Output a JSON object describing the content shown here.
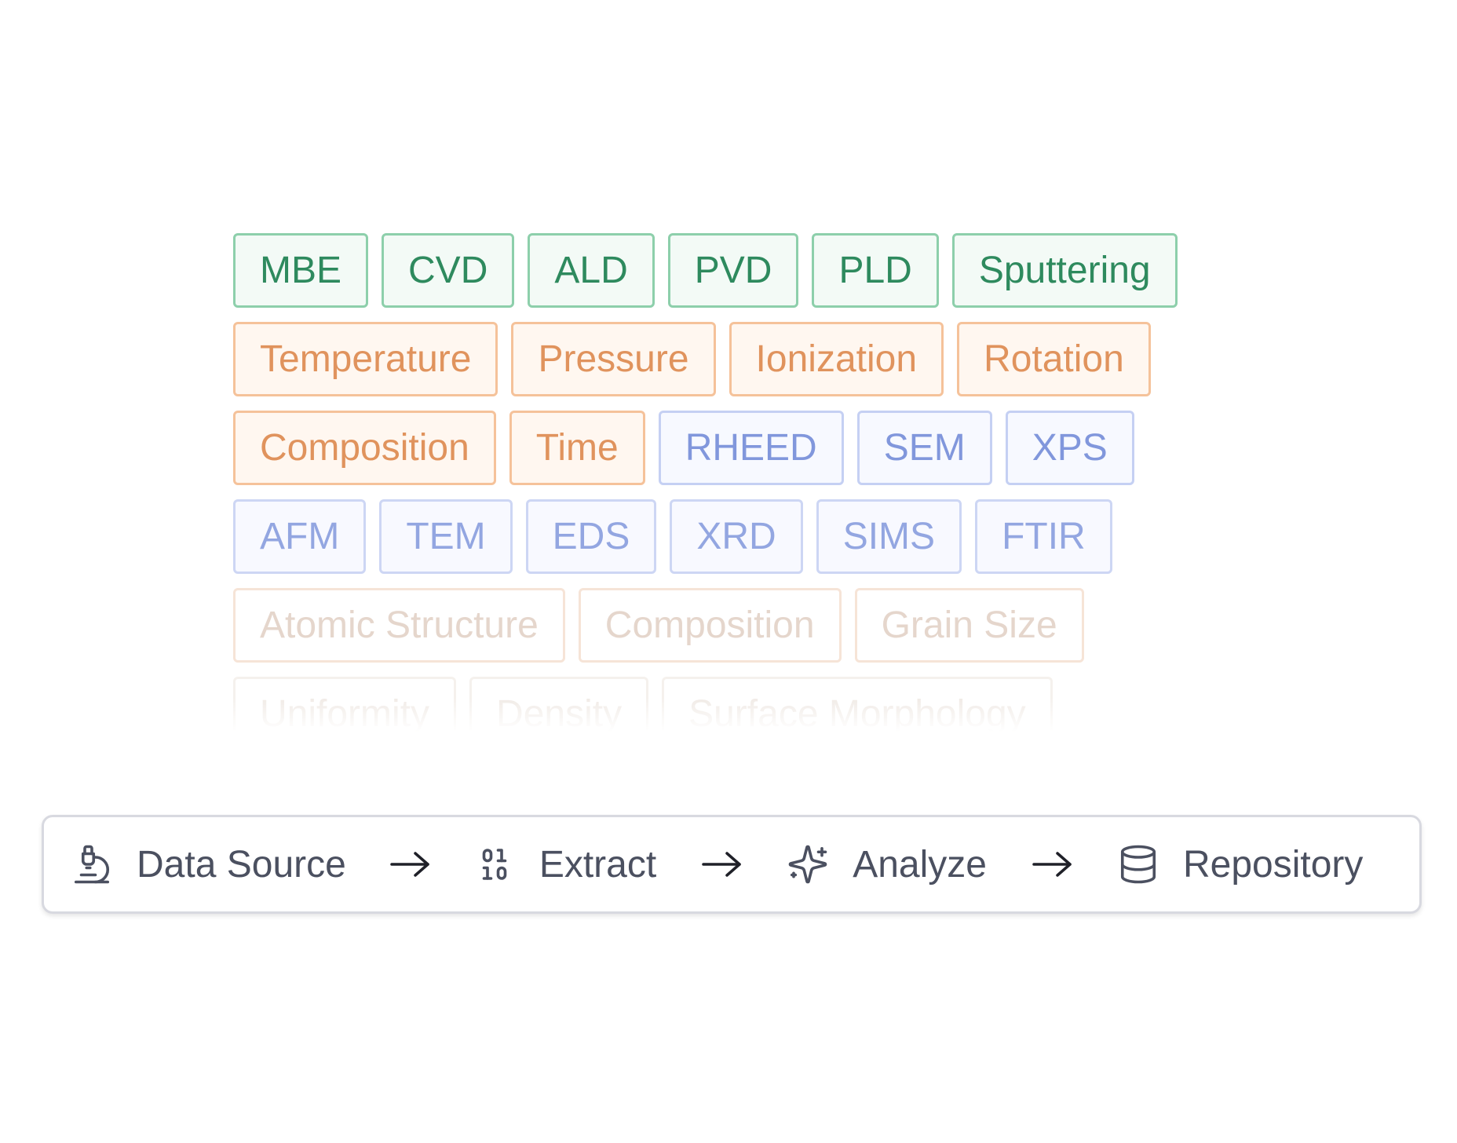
{
  "tag_rows": [
    {
      "style": "green",
      "tags": [
        "MBE",
        "CVD",
        "ALD",
        "PVD",
        "PLD",
        "Sputtering"
      ]
    },
    {
      "style": "orange",
      "tags": [
        "Temperature",
        "Pressure",
        "Ionization",
        "Rotation"
      ]
    },
    {
      "mixed": true,
      "tags": [
        {
          "label": "Composition",
          "style": "orange"
        },
        {
          "label": "Time",
          "style": "orange"
        },
        {
          "label": "RHEED",
          "style": "blue"
        },
        {
          "label": "SEM",
          "style": "blue"
        },
        {
          "label": "XPS",
          "style": "blue"
        }
      ]
    },
    {
      "style": "blue",
      "tags": [
        "AFM",
        "TEM",
        "EDS",
        "XRD",
        "SIMS",
        "FTIR"
      ]
    },
    {
      "style": "muted",
      "tags": [
        "Atomic Structure",
        "Composition",
        "Grain Size"
      ]
    },
    {
      "style": "faint",
      "tags": [
        "Uniformity",
        "Density",
        "Surface Morphology"
      ]
    }
  ],
  "pipeline": {
    "steps": [
      {
        "label": "Data Source",
        "icon": "microscope-icon"
      },
      {
        "label": "Extract",
        "icon": "binary-icon"
      },
      {
        "label": "Analyze",
        "icon": "sparkles-icon"
      },
      {
        "label": "Repository",
        "icon": "database-icon"
      }
    ],
    "arrow_icon": "arrow-right-icon"
  },
  "colors": {
    "green_text": "#2e8a5e",
    "orange_text": "#e0935d",
    "blue_text": "#8197dc",
    "pipeline_text": "#4b5060"
  }
}
